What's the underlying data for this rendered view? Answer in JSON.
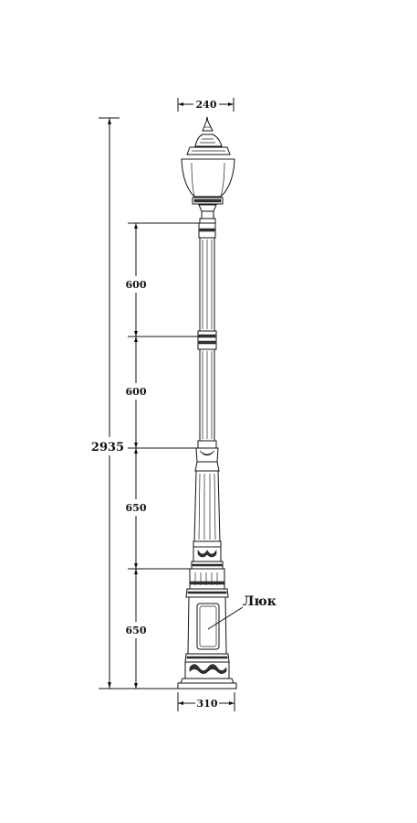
{
  "dimensions": {
    "top_width": "240",
    "base_width": "310",
    "total_height": "2935",
    "segments": [
      "600",
      "600",
      "650",
      "650"
    ]
  },
  "callout": {
    "hatch_label": "Люк"
  }
}
